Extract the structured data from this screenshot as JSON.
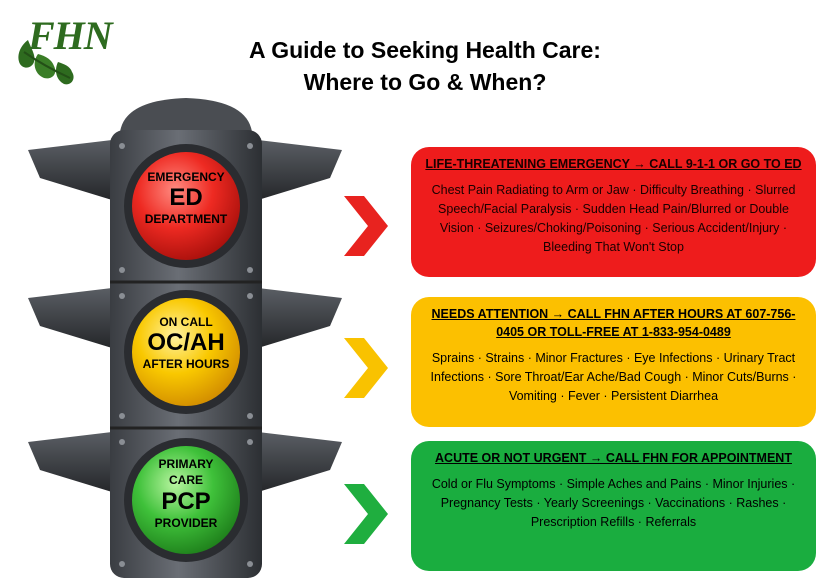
{
  "logo": {
    "text": "FHN"
  },
  "title": {
    "line1": "A Guide to Seeking Health Care:",
    "line2": "Where to Go & When?"
  },
  "lights": [
    {
      "top": "EMERGENCY",
      "main": "ED",
      "bottom": "DEPARTMENT",
      "color": "#e8231f"
    },
    {
      "top": "ON CALL",
      "main": "OC/AH",
      "bottom": "AFTER HOURS",
      "color": "#f5c400"
    },
    {
      "top": "PRIMARY CARE",
      "main": "PCP",
      "bottom": "PROVIDER",
      "color": "#3ec13a"
    }
  ],
  "panels": {
    "emergency": {
      "heading": "LIFE-THREATENING EMERGENCY → CALL 9-1-1 OR GO TO ED",
      "body": "Chest Pain Radiating to Arm or Jaw · Difficulty Breathing · Slurred Speech/Facial Paralysis · Sudden Head Pain/Blurred or Double Vision · Seizures/Choking/Poisoning · Serious Accident/Injury · Bleeding That Won't Stop",
      "color": "#ee1c1c"
    },
    "after_hours": {
      "heading": "NEEDS ATTENTION → CALL FHN AFTER HOURS AT 607-756-0405 OR TOLL-FREE AT 1-833-954-0489",
      "body": "Sprains · Strains · Minor Fractures · Eye Infections · Urinary Tract Infections · Sore Throat/Ear Ache/Bad Cough · Minor Cuts/Burns · Vomiting · Fever · Persistent Diarrhea",
      "color": "#fcc000"
    },
    "primary": {
      "heading": "ACUTE OR NOT URGENT → CALL FHN FOR APPOINTMENT",
      "body": "Cold or Flu Symptoms · Simple Aches and Pains · Minor Injuries · Pregnancy Tests · Yearly Screenings · Vaccinations · Rashes · Prescription Refills · Referrals",
      "color": "#1aad3f"
    }
  }
}
